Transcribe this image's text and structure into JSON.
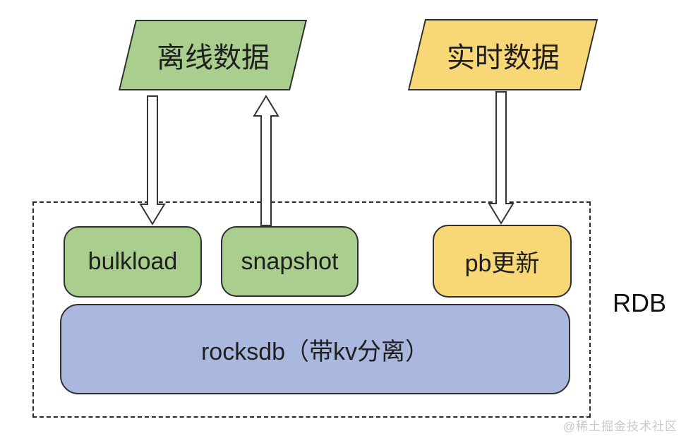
{
  "diagram": {
    "title": "RDB storage architecture diagram",
    "nodes": {
      "offline_data": {
        "label": "离线数据",
        "shape": "parallelogram",
        "color": "#a9ce8d"
      },
      "realtime_data": {
        "label": "实时数据",
        "shape": "parallelogram",
        "color": "#f8d876"
      },
      "bulkload": {
        "label": "bulkload",
        "shape": "rounded-rect",
        "color": "#a9ce8d"
      },
      "snapshot": {
        "label": "snapshot",
        "shape": "rounded-rect",
        "color": "#a9ce8d"
      },
      "pb_update": {
        "label": "pb更新",
        "shape": "rounded-rect",
        "color": "#f8d876"
      },
      "rocksdb": {
        "label": "rocksdb（带kv分离）",
        "shape": "rounded-rect",
        "color": "#aab8e0"
      }
    },
    "container": {
      "label": "RDB",
      "style": "dashed-border"
    },
    "edges": [
      {
        "from": "offline_data",
        "to": "bulkload",
        "direction": "down",
        "style": "hollow-block-arrow"
      },
      {
        "from": "snapshot",
        "to": "offline_data",
        "direction": "up",
        "style": "hollow-block-arrow"
      },
      {
        "from": "realtime_data",
        "to": "pb_update",
        "direction": "down",
        "style": "hollow-block-arrow"
      }
    ],
    "colors": {
      "green_fill": "#a9ce8d",
      "yellow_fill": "#f8d876",
      "blue_fill": "#aab8e0",
      "border": "#2f2f2f",
      "text": "#1f1f1f",
      "watermark_text": "#c9c9c9"
    },
    "watermark": "@稀土掘金技术社区"
  }
}
